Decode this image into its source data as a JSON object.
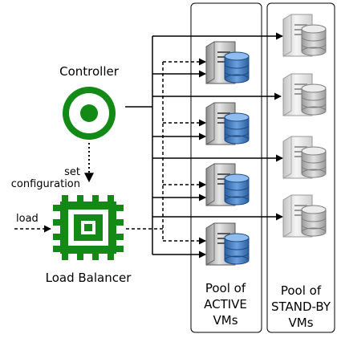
{
  "controller": {
    "label": "Controller"
  },
  "config_arrow": {
    "label_line1": "set",
    "label_line2": "configuration"
  },
  "load_input": {
    "label": "load"
  },
  "load_balancer": {
    "label": "Load Balancer"
  },
  "active_pool": {
    "line1": "Pool of",
    "line2": "ACTIVE",
    "line3": "VMs",
    "vm_count": 4
  },
  "standby_pool": {
    "line1": "Pool of",
    "line2": "STAND-BY",
    "line3": "VMs",
    "vm_count": 4
  },
  "colors": {
    "green": "#138a16",
    "active_db": "#3d7cc9",
    "standby_db": "#b9b9b9"
  },
  "icons": {
    "controller": "target-icon",
    "load_balancer": "chip-icon",
    "vm": "server-database-icon"
  }
}
